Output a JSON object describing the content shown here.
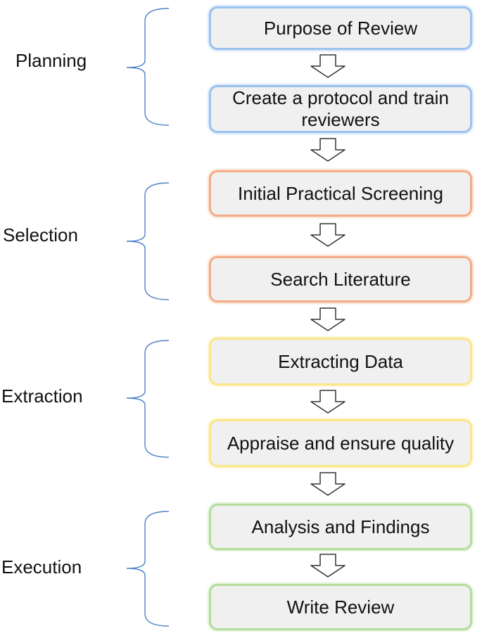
{
  "phases": [
    {
      "label": "Planning",
      "color": "#4f82c6"
    },
    {
      "label": "Selection",
      "color": "#4f82c6"
    },
    {
      "label": "Extraction",
      "color": "#4f82c6"
    },
    {
      "label": "Execution",
      "color": "#4f82c6"
    }
  ],
  "steps": [
    {
      "label": "Purpose of Review",
      "border": "#9cc3f0"
    },
    {
      "label": "Create a protocol and train reviewers",
      "border": "#9cc3f0"
    },
    {
      "label": "Initial Practical Screening",
      "border": "#f4ad88"
    },
    {
      "label": "Search Literature",
      "border": "#f4ad88"
    },
    {
      "label": "Extracting Data",
      "border": "#fbe68a"
    },
    {
      "label": "Appraise and ensure quality",
      "border": "#fbe68a"
    },
    {
      "label": "Analysis and Findings",
      "border": "#b5dd9c"
    },
    {
      "label": "Write Review",
      "border": "#b5dd9c"
    }
  ],
  "arrow_icon": "down-arrow-icon"
}
